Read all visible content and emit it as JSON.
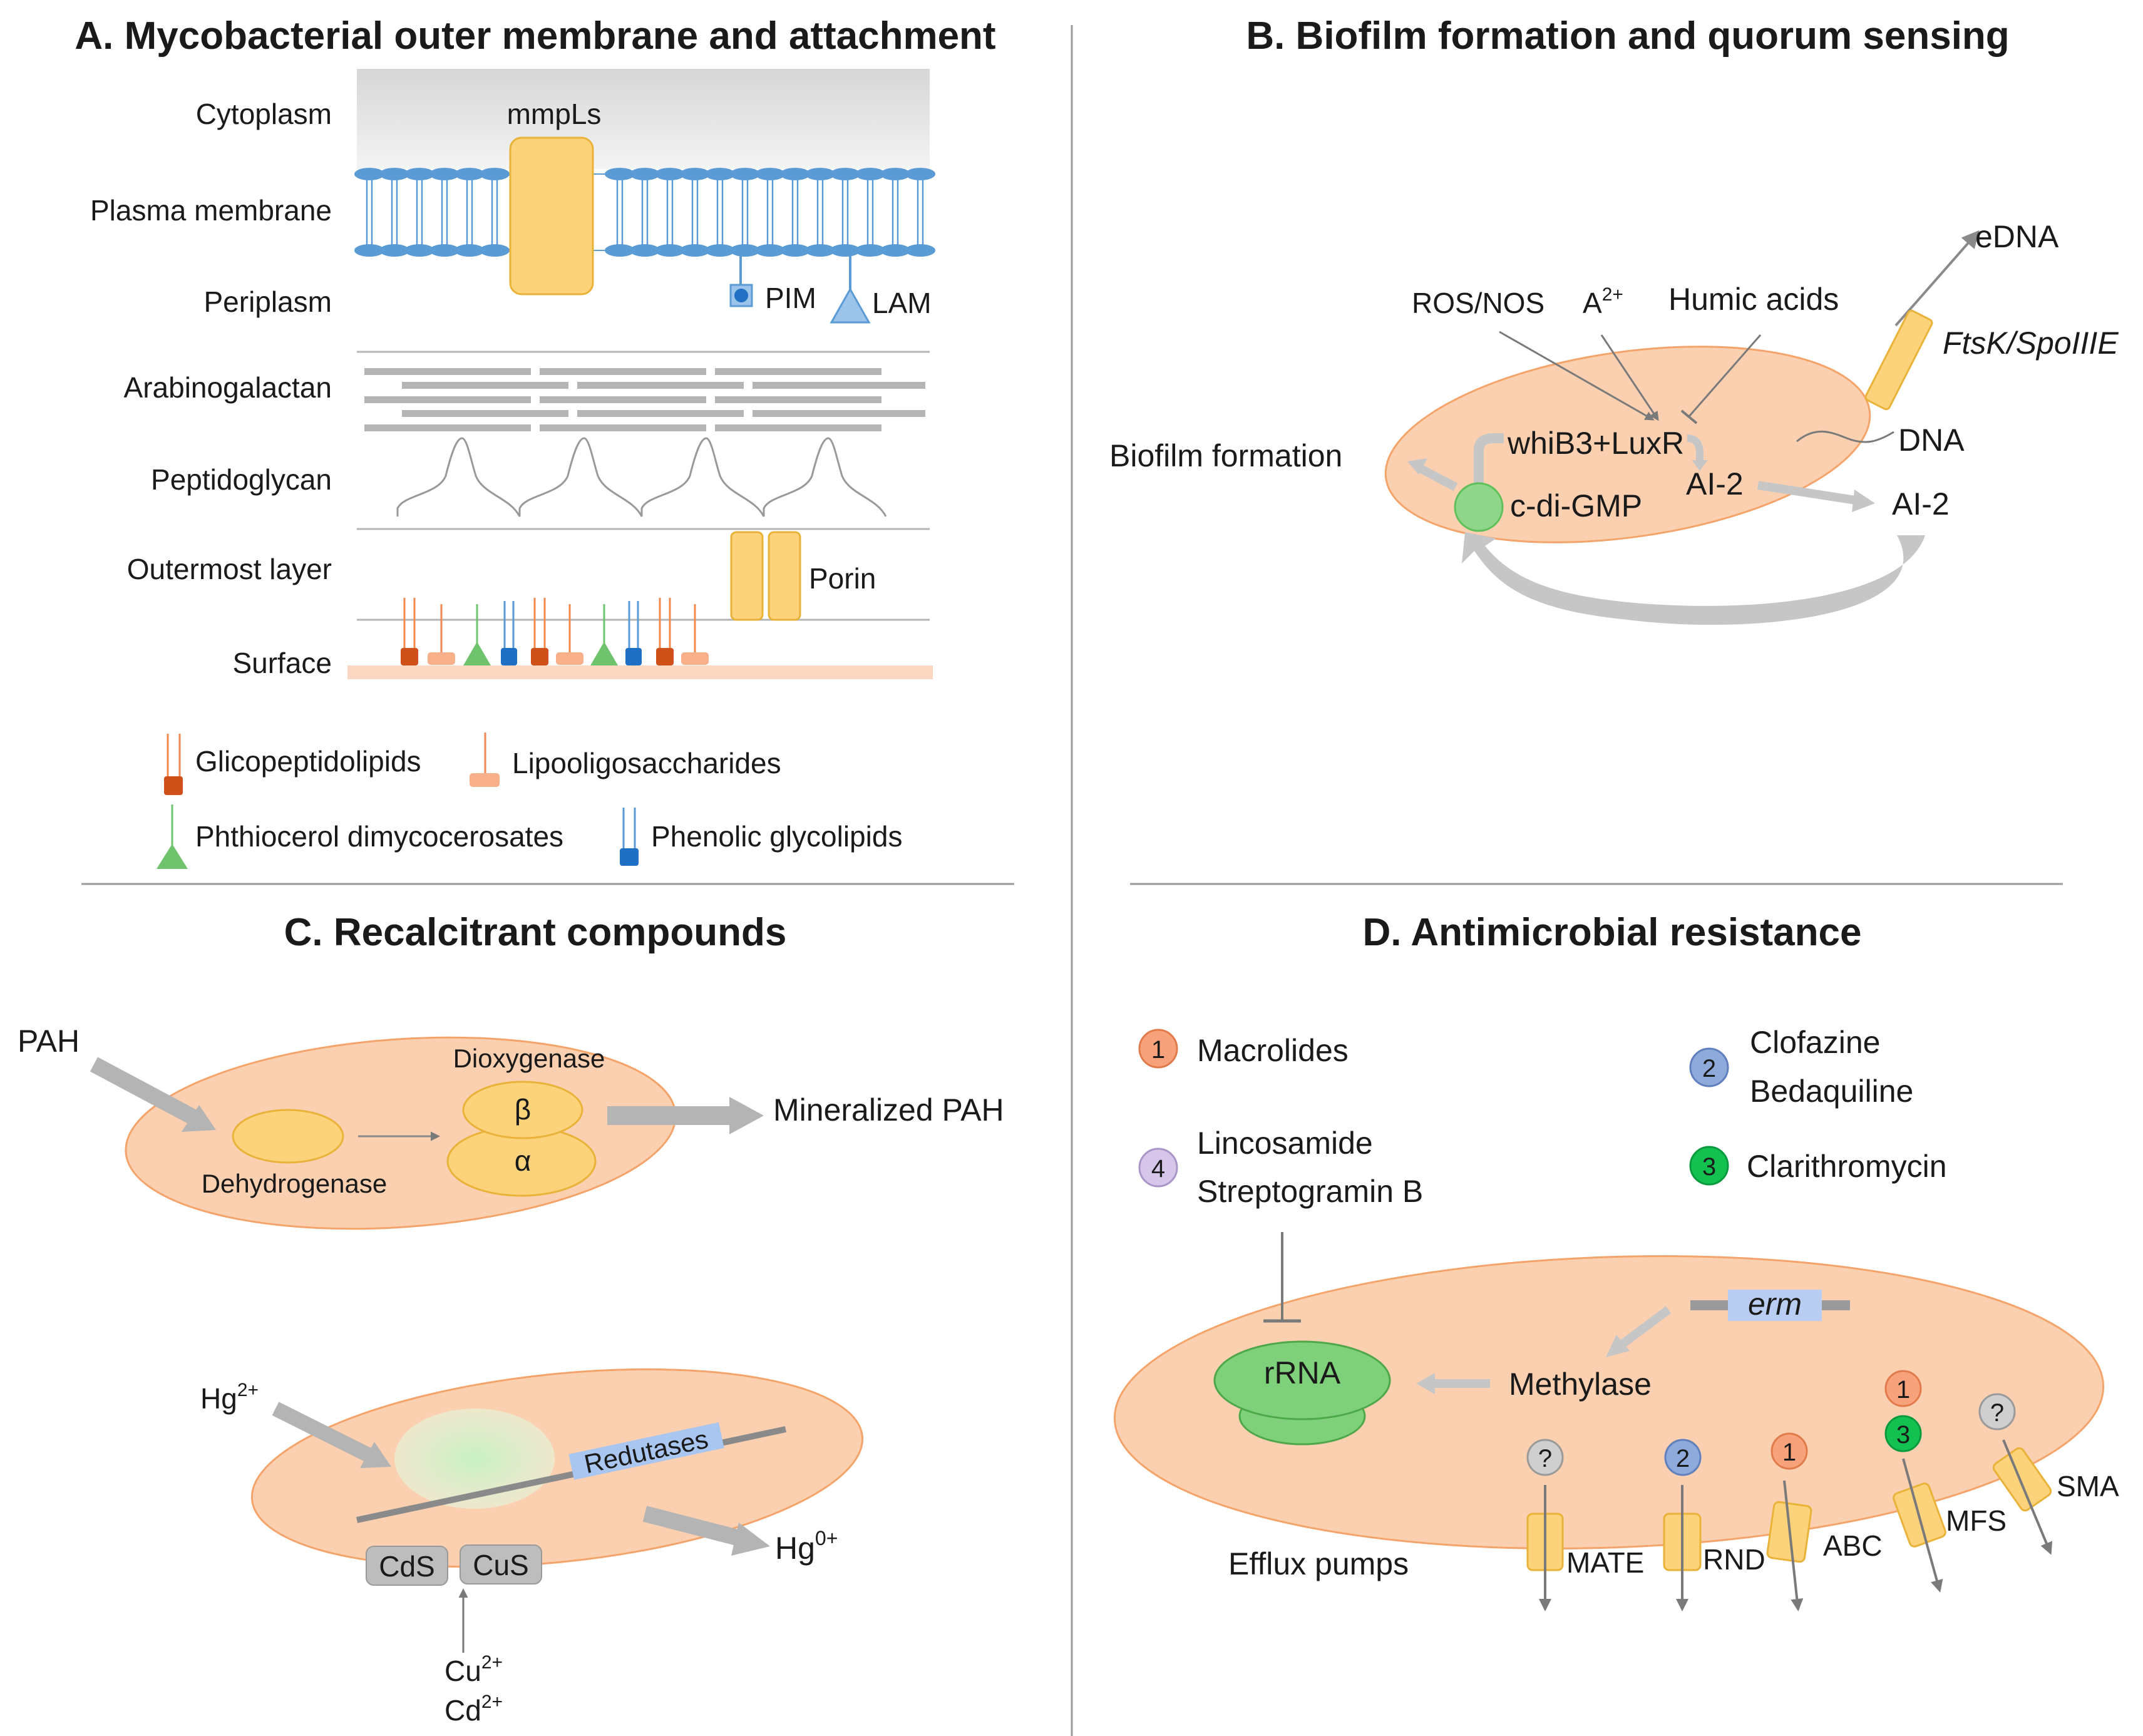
{
  "colors": {
    "cell_fill": "#fbd0b0",
    "cell_stroke": "#f4a46a",
    "protein_fill": "#fcd27a",
    "protein_stroke": "#e9b33a",
    "grey": "#b4b4b4",
    "lipid_blue": "#5b9bd5",
    "dark_orange": "#d0501a",
    "light_orange": "#f8b08a",
    "green": "#6fc36d",
    "dark_blue": "#1f6fc4",
    "badge_orange": "#f7a27a",
    "badge_blue": "#8eaadb",
    "badge_green": "#12c150",
    "badge_purple": "#d6c6ea",
    "badge_grey": "#cfcfcf"
  },
  "panelA": {
    "title": "A. Mycobacterial outer membrane and attachment",
    "layers": [
      "Cytoplasm",
      "Plasma membrane",
      "Periplasm",
      "Arabinogalactan",
      "Peptidoglycan",
      "Outermost layer",
      "Surface"
    ],
    "mmpls": "mmpLs",
    "pim": "PIM",
    "lam": "LAM",
    "porin": "Porin",
    "legend": [
      "Glicopeptidolipids",
      "Lipooligosaccharides",
      "Phthiocerol dimycocerosates",
      "Phenolic glycolipids"
    ]
  },
  "panelB": {
    "title": "B. Biofilm formation and quorum sensing",
    "edna": "eDNA",
    "ros": "ROS/NOS",
    "a2": "A",
    "a2_sup": "2+",
    "humic": "Humic acids",
    "ftsk": "FtsK/SpoIIIE",
    "whib": "whiB3+LuxR",
    "dna": "DNA",
    "biofilm": "Biofilm formation",
    "ai2_in": "AI-2",
    "ai2_out": "AI-2",
    "cdigmp": "c-di-GMP"
  },
  "panelC": {
    "title": "C. Recalcitrant compounds",
    "pah": "PAH",
    "dioxy": "Dioxygenase",
    "beta": "β",
    "alpha": "α",
    "mineral": "Mineralized PAH",
    "dehydro": "Dehydrogenase",
    "hg2": "Hg",
    "hg2_sup": "2+",
    "redutases": "Redutases",
    "hg0": "Hg",
    "hg0_sup": "0+",
    "cds": "CdS",
    "cus": "CuS",
    "cu": "Cu",
    "cu_sup": "2+",
    "cd": "Cd",
    "cd_sup": "2+"
  },
  "panelD": {
    "title": "D. Antimicrobial resistance",
    "legend": {
      "n1": "1",
      "macrolides": "Macrolides",
      "n2": "2",
      "clofazine": "Clofazine",
      "bedaquiline": "Bedaquiline",
      "n4": "4",
      "lincosamide": "Lincosamide",
      "streptogramin": "Streptogramin B",
      "n3": "3",
      "clarithro": "Clarithromycin"
    },
    "erm": "erm",
    "rrna": "rRNA",
    "methylase": "Methylase",
    "efflux": "Efflux pumps",
    "pumps": {
      "mate": "MATE",
      "rnd": "RND",
      "abc": "ABC",
      "mfs": "MFS",
      "sma": "SMA",
      "q": "?",
      "p2": "2",
      "p1": "1",
      "mfs_top": "1",
      "mfs_bot": "3"
    }
  }
}
